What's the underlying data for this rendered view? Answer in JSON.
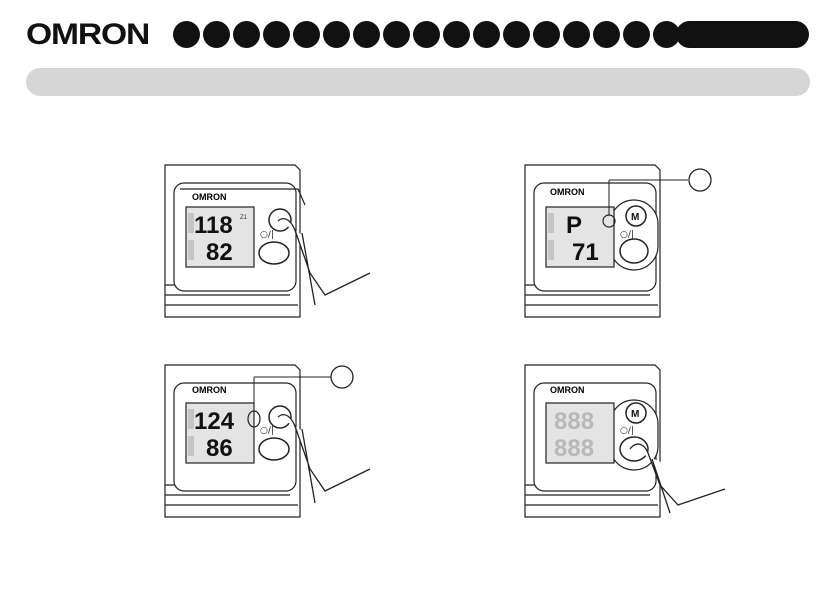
{
  "header": {
    "brand": "OMRON",
    "dot_count": 17
  },
  "panels": [
    {
      "id": "top-left",
      "device_brand": "OMRON",
      "readout_top": "118",
      "readout_bottom": "82",
      "button_symbol": "○/|",
      "callout": ""
    },
    {
      "id": "top-right",
      "device_brand": "OMRON",
      "readout_top": "P",
      "readout_bottom": "71",
      "memory_button": "M",
      "button_symbol": "○/|",
      "callout": ""
    },
    {
      "id": "bottom-left",
      "device_brand": "OMRON",
      "readout_top": "124",
      "readout_bottom": "86",
      "button_symbol": "○/|",
      "callout": ""
    },
    {
      "id": "bottom-right",
      "device_brand": "OMRON",
      "readout_top": "888",
      "readout_bottom": "888",
      "memory_button": "M",
      "button_symbol": "○/|",
      "callout": ""
    }
  ],
  "colors": {
    "ink": "#111111",
    "bar": "#d6d6d6",
    "lcd": "#e4e4e4",
    "lcd_ghost": "#c4c4c4"
  }
}
